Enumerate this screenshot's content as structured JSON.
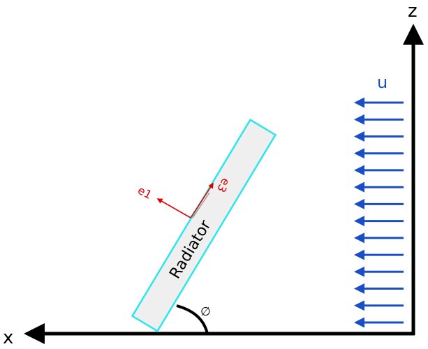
{
  "labels": {
    "z_axis": "z",
    "x_axis": "x",
    "flow": "u",
    "e1": "e1",
    "e3": "e3",
    "radiator": "Radiator",
    "angle": "∅"
  },
  "flow_arrow_count": 14,
  "colors": {
    "axis": "#000000",
    "flow": "#1a4fc4",
    "vectors": "#e00000",
    "radiator_fill": "#efefef",
    "radiator_stroke": "#2ee6ea"
  }
}
